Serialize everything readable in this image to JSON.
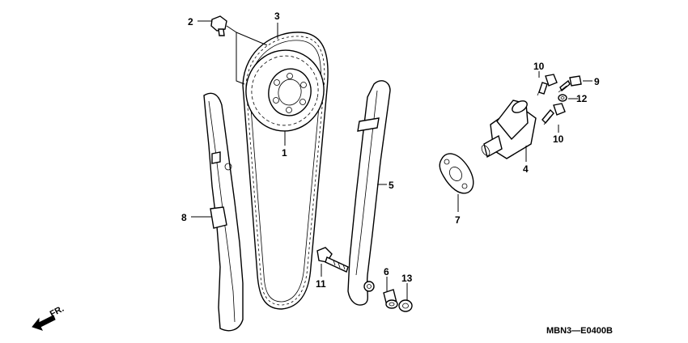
{
  "diagram_code": "MBN3—E0400B",
  "direction_label": "FR.",
  "callouts": {
    "c1": "1",
    "c2": "2",
    "c3": "3",
    "c4": "4",
    "c5": "5",
    "c6": "6",
    "c7": "7",
    "c8": "8",
    "c9": "9",
    "c10a": "10",
    "c10b": "10",
    "c11": "11",
    "c12": "12",
    "c13": "13"
  }
}
